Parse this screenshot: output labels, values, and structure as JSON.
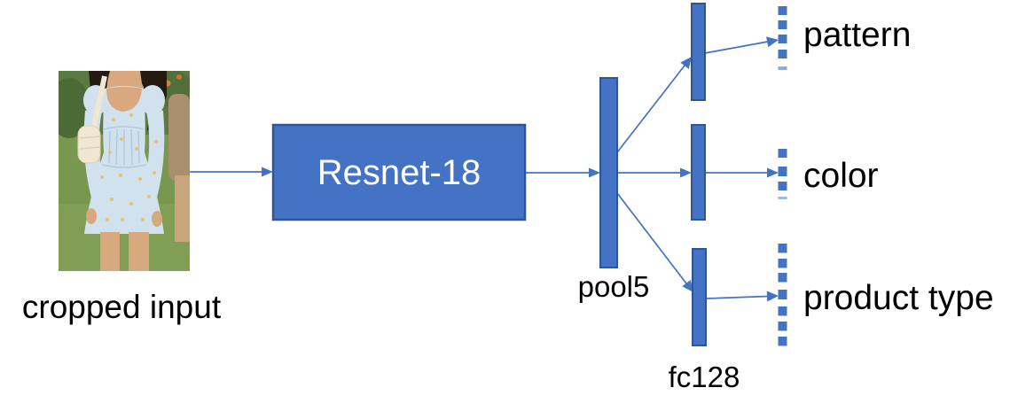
{
  "diagram": {
    "input": {
      "label": "cropped input",
      "photo_of": "person wearing a light blue floral mini dress on grass"
    },
    "backbone": {
      "label": "Resnet-18"
    },
    "pool": {
      "label": "pool5"
    },
    "fc": {
      "label": "fc128"
    },
    "heads": [
      {
        "label": "pattern"
      },
      {
        "label": "color"
      },
      {
        "label": "product type"
      }
    ],
    "colors": {
      "node_fill": "#4472C4",
      "node_border": "#2F5597",
      "connector": "#4472C4",
      "label_text": "#000000",
      "backbone_text": "#ffffff"
    }
  }
}
